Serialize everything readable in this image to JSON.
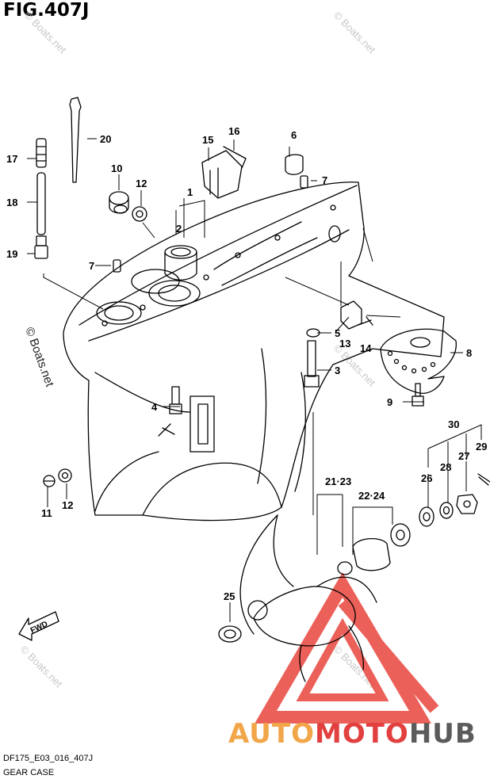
{
  "figure": {
    "title": "FIG.407J",
    "code": "DF175_E03_016_407J",
    "caption": "GEAR CASE",
    "fwd_label": "FWD"
  },
  "parts": [
    {
      "id": "p1",
      "label": "1"
    },
    {
      "id": "p2",
      "label": "2"
    },
    {
      "id": "p3",
      "label": "3"
    },
    {
      "id": "p4",
      "label": "4"
    },
    {
      "id": "p5",
      "label": "5"
    },
    {
      "id": "p6",
      "label": "6"
    },
    {
      "id": "p7a",
      "label": "7"
    },
    {
      "id": "p7b",
      "label": "7"
    },
    {
      "id": "p8",
      "label": "8"
    },
    {
      "id": "p9",
      "label": "9"
    },
    {
      "id": "p10",
      "label": "10"
    },
    {
      "id": "p11",
      "label": "11"
    },
    {
      "id": "p12a",
      "label": "12"
    },
    {
      "id": "p12b",
      "label": "12"
    },
    {
      "id": "p13",
      "label": "13"
    },
    {
      "id": "p14",
      "label": "14"
    },
    {
      "id": "p15",
      "label": "15"
    },
    {
      "id": "p16",
      "label": "16"
    },
    {
      "id": "p17",
      "label": "17"
    },
    {
      "id": "p18",
      "label": "18"
    },
    {
      "id": "p19",
      "label": "19"
    },
    {
      "id": "p20",
      "label": "20"
    },
    {
      "id": "p21",
      "label": "21·23"
    },
    {
      "id": "p22",
      "label": "22·24"
    },
    {
      "id": "p25",
      "label": "25"
    },
    {
      "id": "p26",
      "label": "26"
    },
    {
      "id": "p27",
      "label": "27"
    },
    {
      "id": "p28",
      "label": "28"
    },
    {
      "id": "p29",
      "label": "29"
    },
    {
      "id": "p30",
      "label": "30"
    }
  ],
  "watermark": {
    "text": "© Boats.net"
  },
  "brand": {
    "part1": "AUTO",
    "part2": "MOTO",
    "part3": "HUB",
    "colors": {
      "auto": "#f2a64a",
      "moto": "#e23f3f",
      "hub": "#5b5b5b",
      "logo": "#e8453c"
    }
  }
}
